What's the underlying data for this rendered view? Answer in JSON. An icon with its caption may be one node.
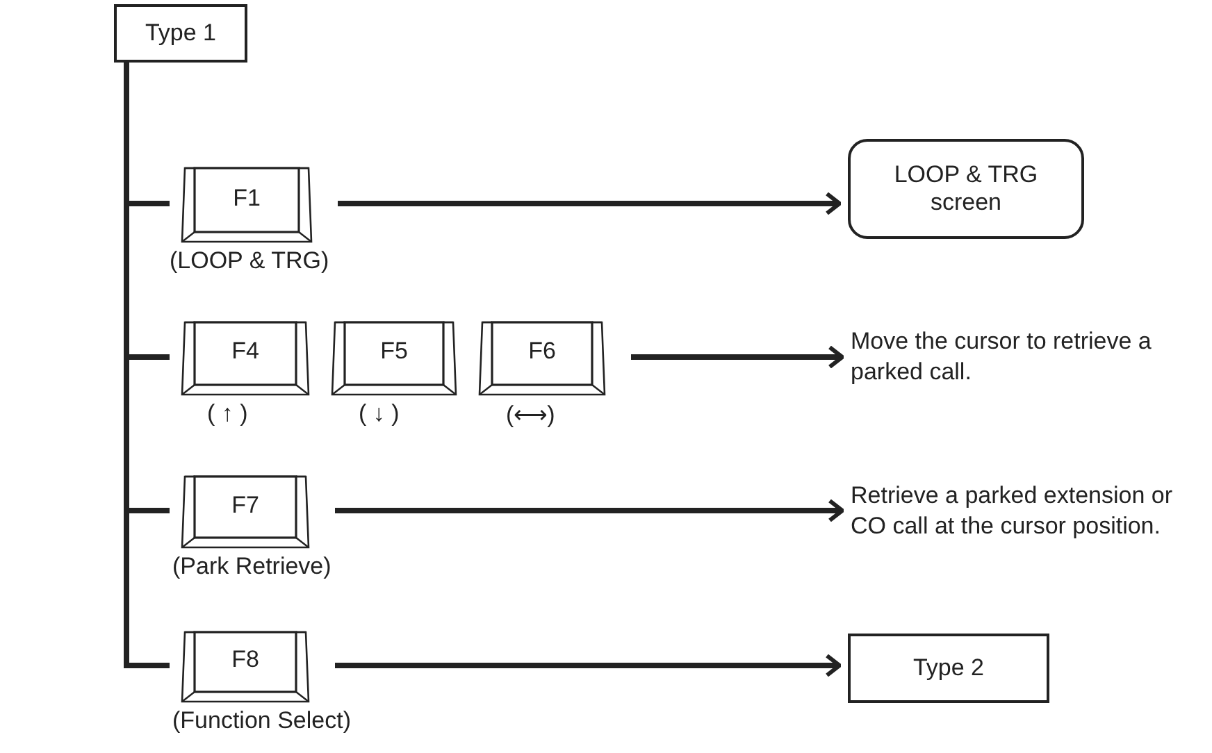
{
  "diagram": {
    "nodes": [
      {
        "text": [
          "Type 1"
        ]
      },
      {
        "text": [
          "F1"
        ],
        "beside": [
          "(LOOP & TRG)"
        ]
      },
      {
        "text": [
          "LOOP & TRG screen"
        ]
      },
      {
        "text": [
          "F4"
        ],
        "beside": [
          "( ↑ )"
        ]
      },
      {
        "text": [
          "F5"
        ],
        "beside": [
          "( ↓ )"
        ]
      },
      {
        "text": [
          "F6"
        ],
        "beside": [
          "(⟷)"
        ]
      },
      {
        "text": [
          "Move the cursor to retrieve a parked call."
        ]
      },
      {
        "text": [
          "F7"
        ],
        "beside": [
          "(Park Retrieve)"
        ]
      },
      {
        "text": [
          "Retrieve a parked extension or CO call at the cursor position."
        ]
      },
      {
        "text": [
          "F8"
        ],
        "beside": [
          "(Function Select)"
        ]
      },
      {
        "text": [
          "Type 2"
        ]
      }
    ],
    "edges": [
      {
        "from": 0,
        "to": 1,
        "arrow": "none"
      },
      {
        "from": 0,
        "to": 3,
        "arrow": "none"
      },
      {
        "from": 0,
        "to": 7,
        "arrow": "none"
      },
      {
        "from": 0,
        "to": 9,
        "arrow": "none"
      },
      {
        "from": 1,
        "to": 2,
        "arrow": "to"
      },
      {
        "from": 5,
        "to": 6,
        "arrow": "to"
      },
      {
        "from": 7,
        "to": 8,
        "arrow": "to"
      },
      {
        "from": 9,
        "to": 10,
        "arrow": "to"
      }
    ]
  }
}
